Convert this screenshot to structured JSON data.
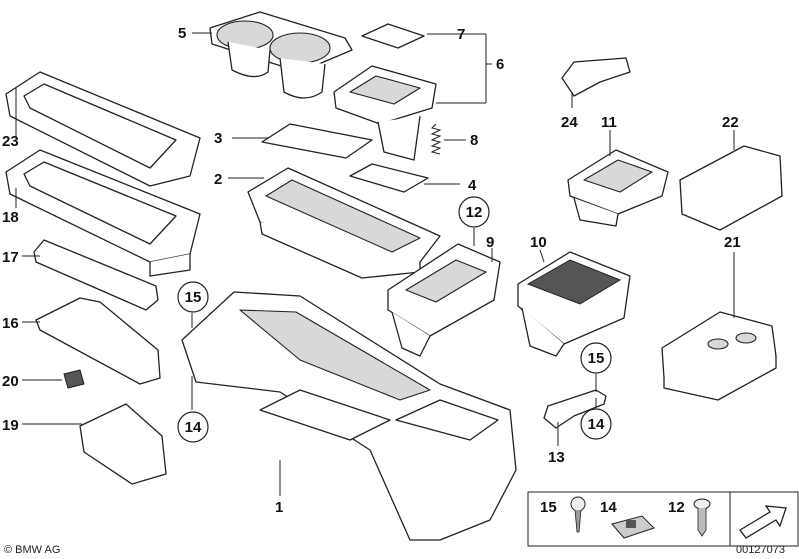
{
  "diagram": {
    "part_numbers": {
      "p1": "1",
      "p2": "2",
      "p3": "3",
      "p4": "4",
      "p5": "5",
      "p6": "6",
      "p7": "7",
      "p8": "8",
      "p9": "9",
      "p10": "10",
      "p11": "11",
      "p12": "12",
      "p13": "13",
      "p14": "14",
      "p15": "15",
      "p16": "16",
      "p17": "17",
      "p18": "18",
      "p19": "19",
      "p20": "20",
      "p21": "21",
      "p22": "22",
      "p23": "23",
      "p24": "24"
    },
    "legend": {
      "item_a": "15",
      "item_b": "14",
      "item_c": "12"
    },
    "footer": {
      "copyright": "© BMW AG",
      "drawing_number": "00127073"
    }
  }
}
